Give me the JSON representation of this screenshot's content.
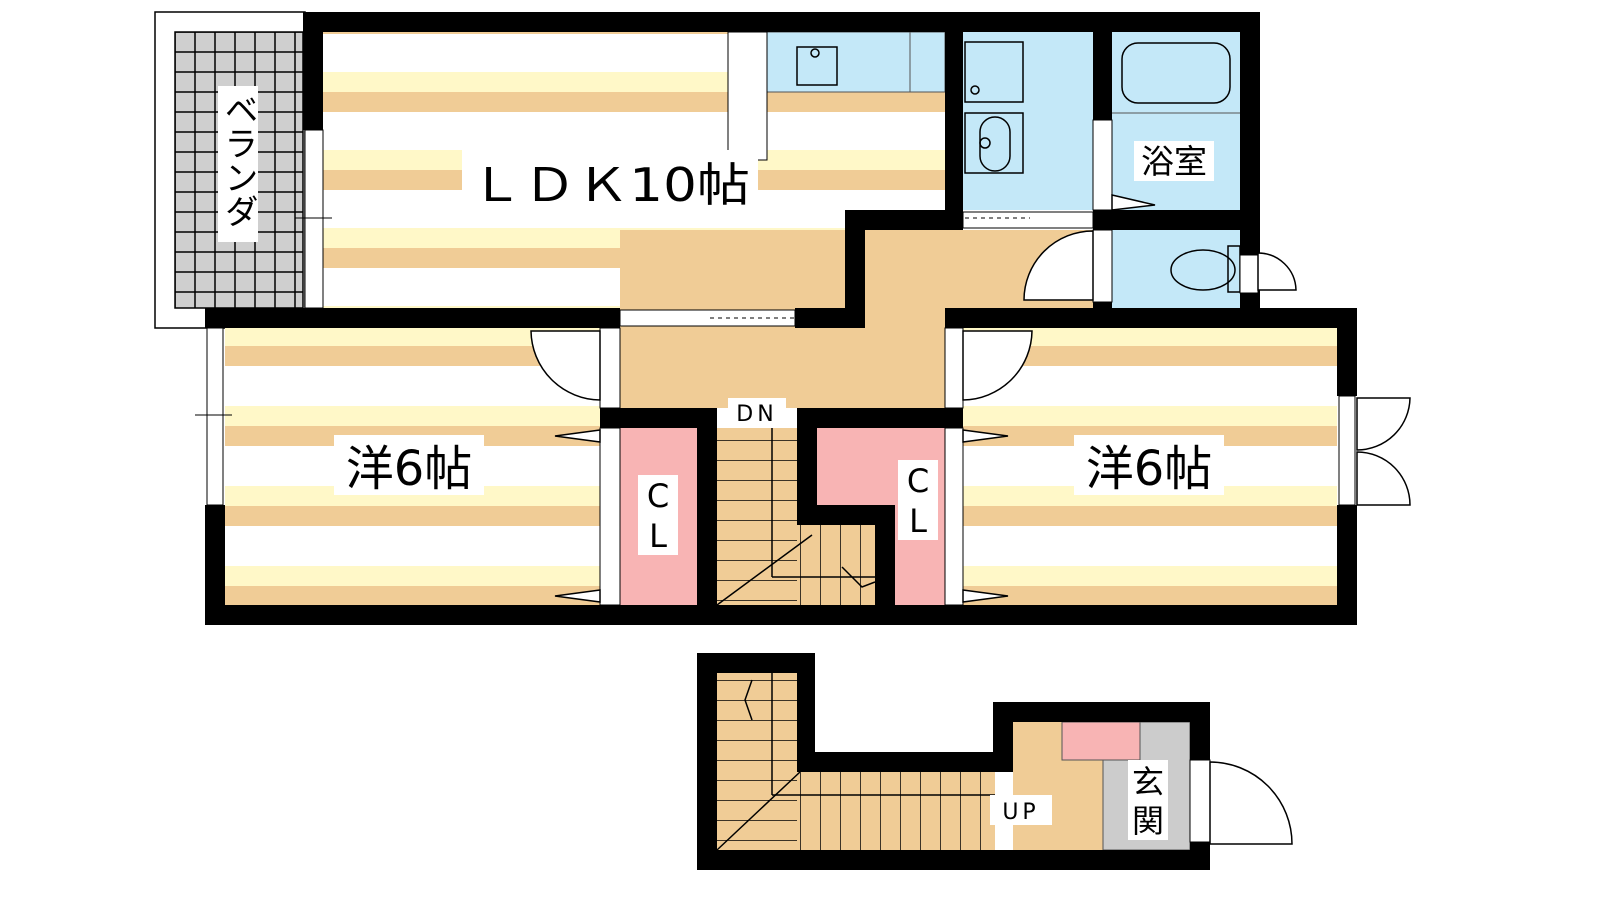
{
  "rooms": {
    "veranda": "ベランダ",
    "ldk": "ＬＤＫ10帖",
    "bath": "浴室",
    "western_left": "洋6帖",
    "western_right": "洋6帖",
    "closet_left": [
      "C",
      "L"
    ],
    "closet_right": [
      "C",
      "L"
    ],
    "stairs_down": "DN",
    "stairs_up": "UP",
    "entrance": [
      "玄",
      "関"
    ]
  },
  "colors": {
    "wall": "#000000",
    "floor_tan": "#f0cc96",
    "floor_yellow": "#fff8c8",
    "wet_blue": "#c4e8f8",
    "closet_pink": "#f8b4b4",
    "entrance_gray": "#cccccc",
    "veranda_gray": "#cfcfcf"
  }
}
